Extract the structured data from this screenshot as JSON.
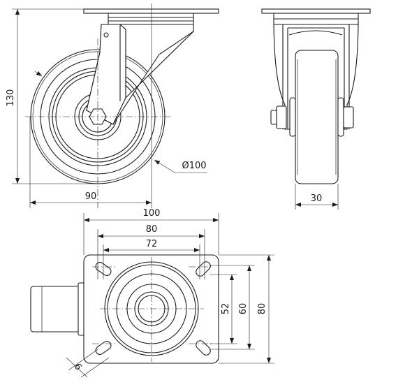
{
  "drawing": {
    "title": "Swivel castor technical drawing",
    "front_view": {
      "height_dim": "130",
      "offset_dim": "90",
      "wheel_diameter_dim": "Ø100"
    },
    "side_view": {
      "wheel_width_dim": "30"
    },
    "top_view": {
      "plate_length_dim": "100",
      "bolt_spacing_outer_dim": "80",
      "bolt_spacing_inner_dim": "72",
      "bolt_spacing_v_inner_dim": "52",
      "bolt_spacing_v_outer_dim": "60",
      "plate_width_dim": "80",
      "slot_width_dim": "9"
    }
  }
}
